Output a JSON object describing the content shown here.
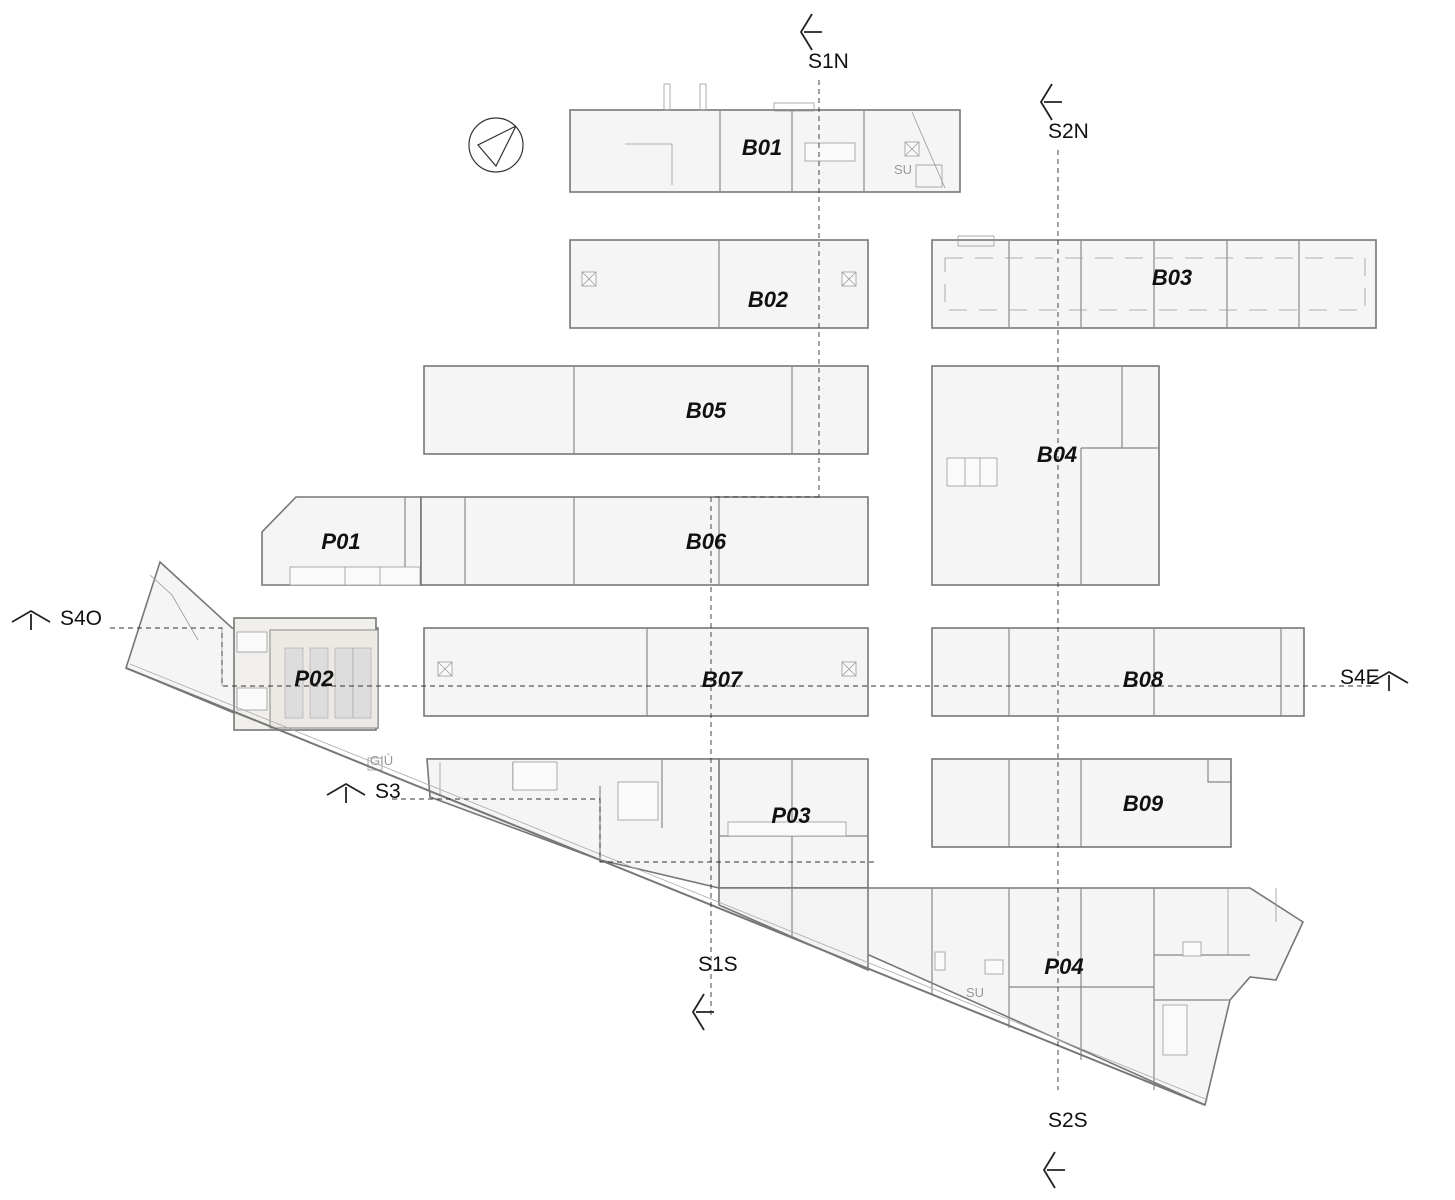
{
  "halls": {
    "B01": "B01",
    "B02": "B02",
    "B03": "B03",
    "B04": "B04",
    "B05": "B05",
    "B06": "B06",
    "B07": "B07",
    "B08": "B08",
    "B09": "B09",
    "P01": "P01",
    "P02": "P02",
    "P03": "P03",
    "P04": "P04"
  },
  "sections": {
    "s1n": "S1N",
    "s1s": "S1S",
    "s2n": "S2N",
    "s2s": "S2S",
    "s3": "S3",
    "s4o": "S4O",
    "s4e": "S4E"
  },
  "stairs": {
    "up_b01": "SU",
    "up_p04": "SU",
    "down_p02": "GIÙ"
  },
  "icons": {
    "north": "compass-north-icon",
    "section_marker": "section-arrow-icon"
  }
}
